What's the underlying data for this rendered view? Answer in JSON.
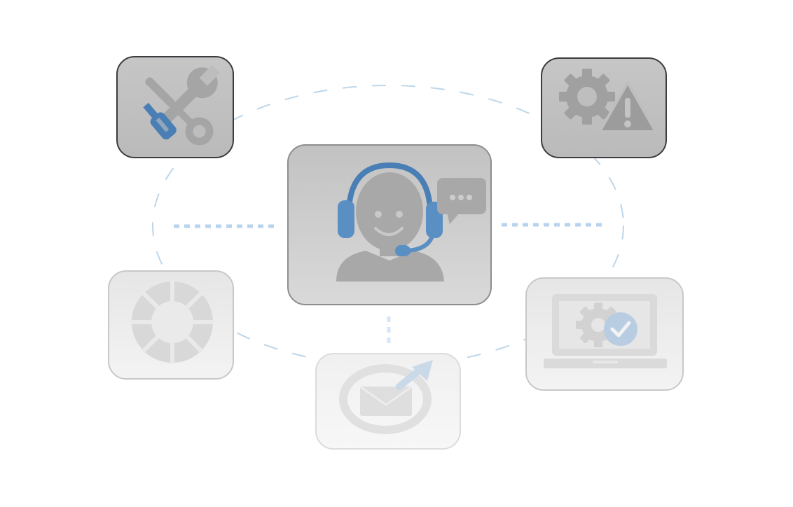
{
  "diagram": {
    "center": {
      "icon": "support-agent-headset-icon",
      "bubble_icon": "chat-bubble-icon"
    },
    "satellites": [
      {
        "id": "tools",
        "icon": "wrench-screwdriver-icon",
        "state": "active"
      },
      {
        "id": "alert",
        "icon": "gear-warning-icon",
        "state": "active"
      },
      {
        "id": "help",
        "icon": "lifebuoy-icon",
        "state": "faded"
      },
      {
        "id": "email",
        "icon": "email-send-icon",
        "state": "faded"
      },
      {
        "id": "device",
        "icon": "laptop-gear-check-icon",
        "state": "faded"
      }
    ],
    "connectors": [
      "dotted-left",
      "dotted-right",
      "dotted-bottom"
    ],
    "colors": {
      "accent_blue": "#4a7fb5",
      "icon_gray": "#a3a3a3",
      "ring_blue": "#b8d4ea",
      "tile_gray": "#c0c0c0"
    }
  }
}
